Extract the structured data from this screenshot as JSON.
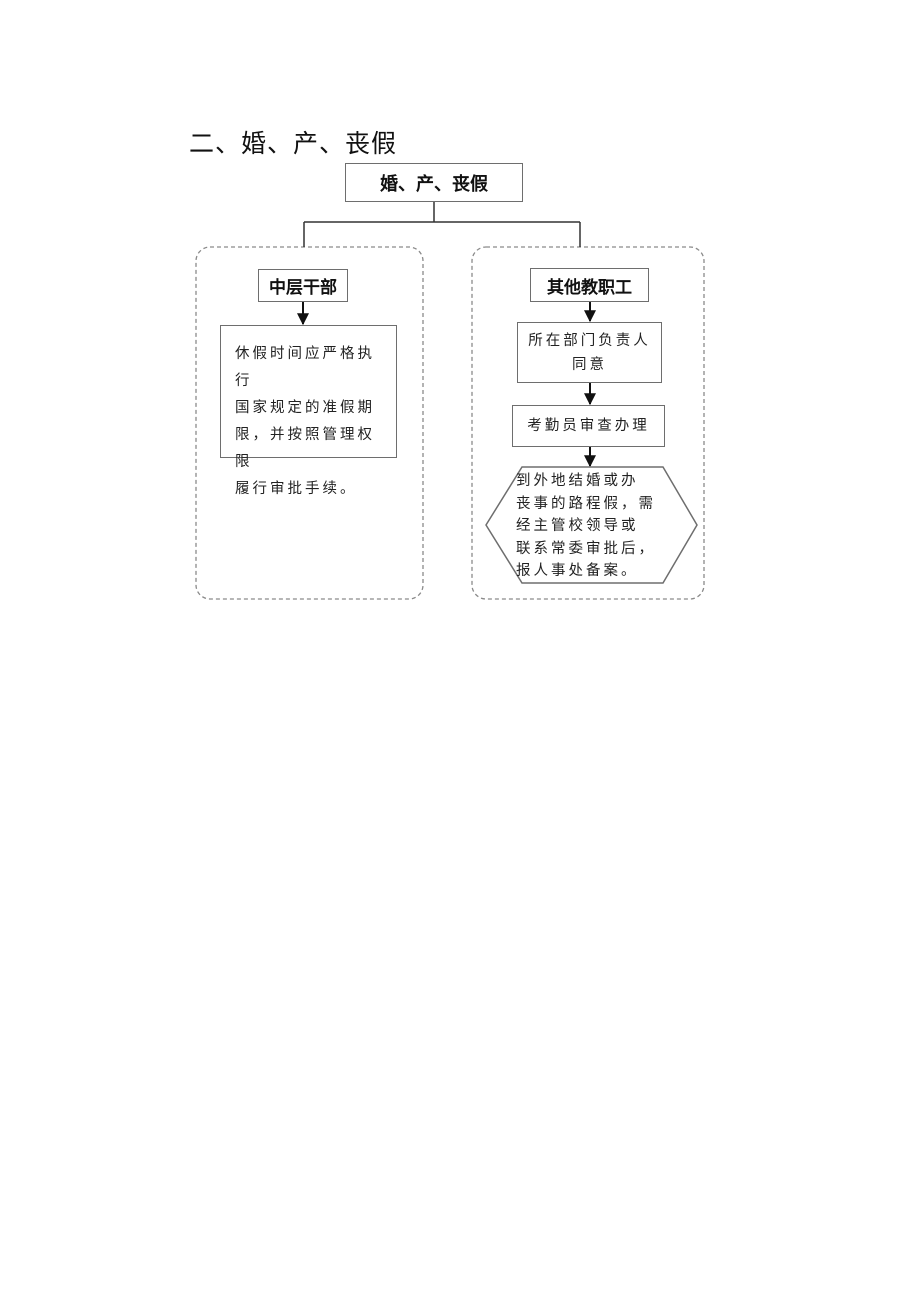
{
  "section_heading": "二、婚、产、丧假",
  "diagram": {
    "root": {
      "label": "婚、产、丧假"
    },
    "branches": [
      {
        "title": "中层干部",
        "steps": [
          {
            "shape": "rectangle",
            "text": "休假时间应严格执行国家规定的准假期限，并按照管理权限履行审批手续。",
            "lines": [
              "休假时间应严格执行",
              "国家规定的准假期",
              "限，并按照管理权限",
              "履行审批手续。"
            ]
          }
        ]
      },
      {
        "title": "其他教职工",
        "steps": [
          {
            "shape": "rectangle",
            "text": "所在部门负责人同意",
            "lines": [
              "所在部门负责人",
              "同意"
            ]
          },
          {
            "shape": "rectangle",
            "text": "考勤员审查办理",
            "lines": [
              "考勤员审查办理"
            ]
          },
          {
            "shape": "hexagon",
            "text": "到外地结婚或办丧事的路程假，需经主管校领导或联系常委审批后，报人事处备案。",
            "lines": [
              "到外地结婚或办",
              "丧事的路程假，需",
              "经主管校领导或",
              "联系常委审批后，",
              "报人事处备案。"
            ]
          }
        ]
      }
    ],
    "colors": {
      "line": "#333333",
      "box_border": "#6e6e6e",
      "dashed_border": "#8a8a8a"
    }
  }
}
